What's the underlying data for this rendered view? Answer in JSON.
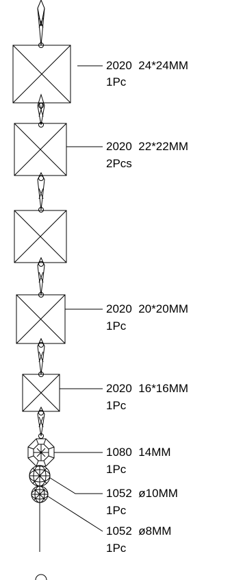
{
  "components": [
    {
      "code": "2020",
      "size": "24*24MM",
      "qty": "1Pc"
    },
    {
      "code": "2020",
      "size": "22*22MM",
      "qty": "2Pcs"
    },
    {
      "code": "2020",
      "size": "20*20MM",
      "qty": "1Pc"
    },
    {
      "code": "2020",
      "size": "16*16MM",
      "qty": "1Pc"
    },
    {
      "code": "1080",
      "size": "14MM",
      "qty": "1Pc"
    },
    {
      "code": "1052",
      "size": "ø10MM",
      "qty": "1Pc"
    },
    {
      "code": "1052",
      "size": "ø8MM",
      "qty": "1Pc"
    }
  ]
}
